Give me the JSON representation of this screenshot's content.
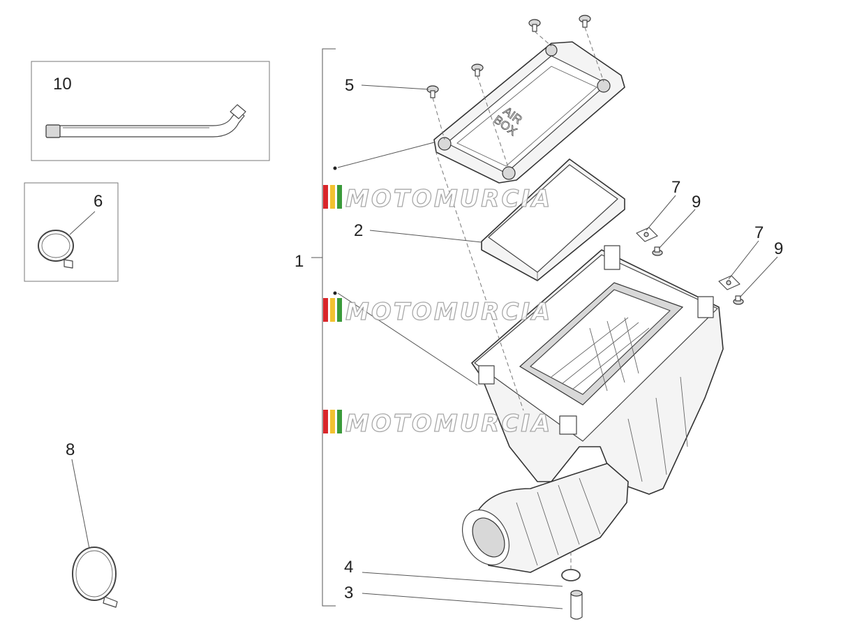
{
  "callouts": {
    "c1": "1",
    "c2": "2",
    "c3": "3",
    "c4": "4",
    "c5": "5",
    "c6": "6",
    "c7a": "7",
    "c7b": "7",
    "c8": "8",
    "c9a": "9",
    "c9b": "9",
    "c10": "10"
  },
  "lid_marking": {
    "line1": "AIR",
    "line2": "BOX"
  },
  "watermark": {
    "text": "MOTOMURCIA"
  },
  "colors": {
    "watermark_red": "#d9262b",
    "watermark_yellow": "#f2c230",
    "watermark_green": "#3a9a3a"
  }
}
